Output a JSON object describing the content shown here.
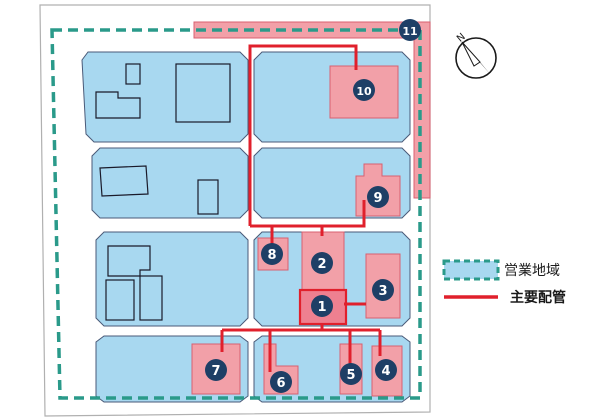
{
  "colors": {
    "block_fill": "#a8d8f0",
    "block_stroke": "#4a5a78",
    "bldg_fill": "#f2a0a8",
    "bldg_stroke": "#d86070",
    "pipe": "#e0202c",
    "marker": "#1e3f66",
    "boundary": "#2a9a8a"
  },
  "markers": [
    {
      "id": "1",
      "label": "1"
    },
    {
      "id": "2",
      "label": "2"
    },
    {
      "id": "3",
      "label": "3"
    },
    {
      "id": "4",
      "label": "4"
    },
    {
      "id": "5",
      "label": "5"
    },
    {
      "id": "6",
      "label": "6"
    },
    {
      "id": "7",
      "label": "7"
    },
    {
      "id": "8",
      "label": "8"
    },
    {
      "id": "9",
      "label": "9"
    },
    {
      "id": "10",
      "label": "10"
    },
    {
      "id": "11",
      "label": "11"
    }
  ],
  "compass": {
    "label": "N",
    "icon": "north-arrow-icon"
  },
  "legend": {
    "business_area": "営業地域",
    "main_pipe": "主要配管"
  }
}
